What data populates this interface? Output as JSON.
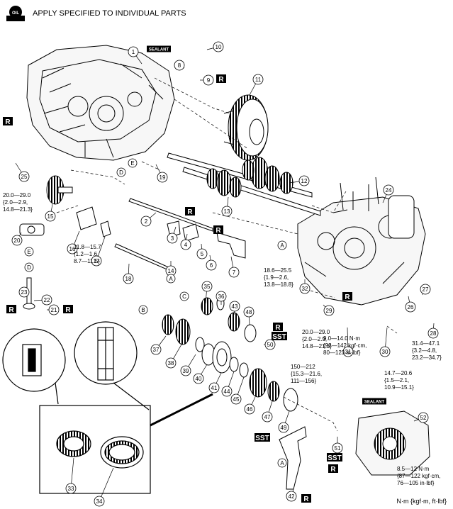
{
  "header": {
    "oil_icon_text": "OIL",
    "title": "APPLY SPECIFIED TO INDIVIDUAL PARTS"
  },
  "callouts": [
    "1",
    "2",
    "3",
    "4",
    "5",
    "6",
    "7",
    "8",
    "9",
    "10",
    "11",
    "12",
    "13",
    "14",
    "15",
    "16",
    "17",
    "18",
    "19",
    "20",
    "21",
    "22",
    "23",
    "24",
    "25",
    "26",
    "27",
    "28",
    "29",
    "30",
    "31",
    "32",
    "33",
    "34",
    "35",
    "36",
    "37",
    "38",
    "39",
    "40",
    "41",
    "42",
    "43",
    "44",
    "45",
    "46",
    "47",
    "48",
    "49",
    "50",
    "51",
    "52"
  ],
  "refs": [
    "A",
    "B",
    "C",
    "D",
    "E"
  ],
  "badges": {
    "replace": "R",
    "sst": "SST",
    "sealant": "SEALANT"
  },
  "torques": {
    "t25": [
      "20.0—29.0",
      "{2.0—2.9,",
      "14.8—21.3}"
    ],
    "t17": [
      "11.8—15.7",
      "{1.2—1.6,",
      "8.7—11.5}"
    ],
    "t32": [
      "18.6—25.5",
      "{1.9—2.6,",
      "13.8—18.8}"
    ],
    "t29": [
      "20.0—29.0",
      "{2.0—2.9,",
      "14.8—21.3}"
    ],
    "t31": [
      "9.0—14.0 N·m",
      "{92—142 kgf·cm,",
      "80—123 in·lbf}"
    ],
    "t30": [
      "14.7—20.6",
      "{1.5—2.1,",
      "10.9—15.1}"
    ],
    "t28": [
      "31.4—47.1",
      "{3.2—4.8,",
      "23.2—34.7}"
    ],
    "t51": [
      "150—212",
      "{15.3—21.6,",
      "111—156}"
    ],
    "t52": [
      "8.5—12 N·m",
      "{87—122 kgf·cm,",
      "76—105 in·lbf}"
    ]
  },
  "units_note": "N·m {kgf·m,  ft·lbf}"
}
